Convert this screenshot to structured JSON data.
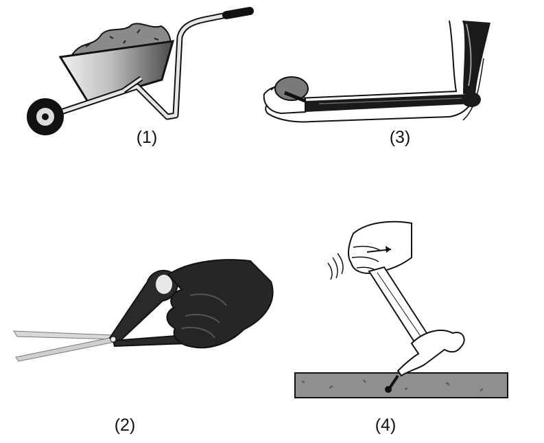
{
  "figures": [
    {
      "id": "1",
      "label": "(1)",
      "subject": "wheelbarrow-icon"
    },
    {
      "id": "2",
      "label": "(2)",
      "subject": "scissors-icon"
    },
    {
      "id": "3",
      "label": "(3)",
      "subject": "forearm-icon"
    },
    {
      "id": "4",
      "label": "(4)",
      "subject": "claw-hammer-icon"
    }
  ],
  "colors": {
    "ink": "#111111",
    "metal_light": "#e6e6e6",
    "metal_dark": "#6e6e6e",
    "dirt": "#8a8a8a",
    "glove": "#262626",
    "ground": "#8f8f8f"
  }
}
